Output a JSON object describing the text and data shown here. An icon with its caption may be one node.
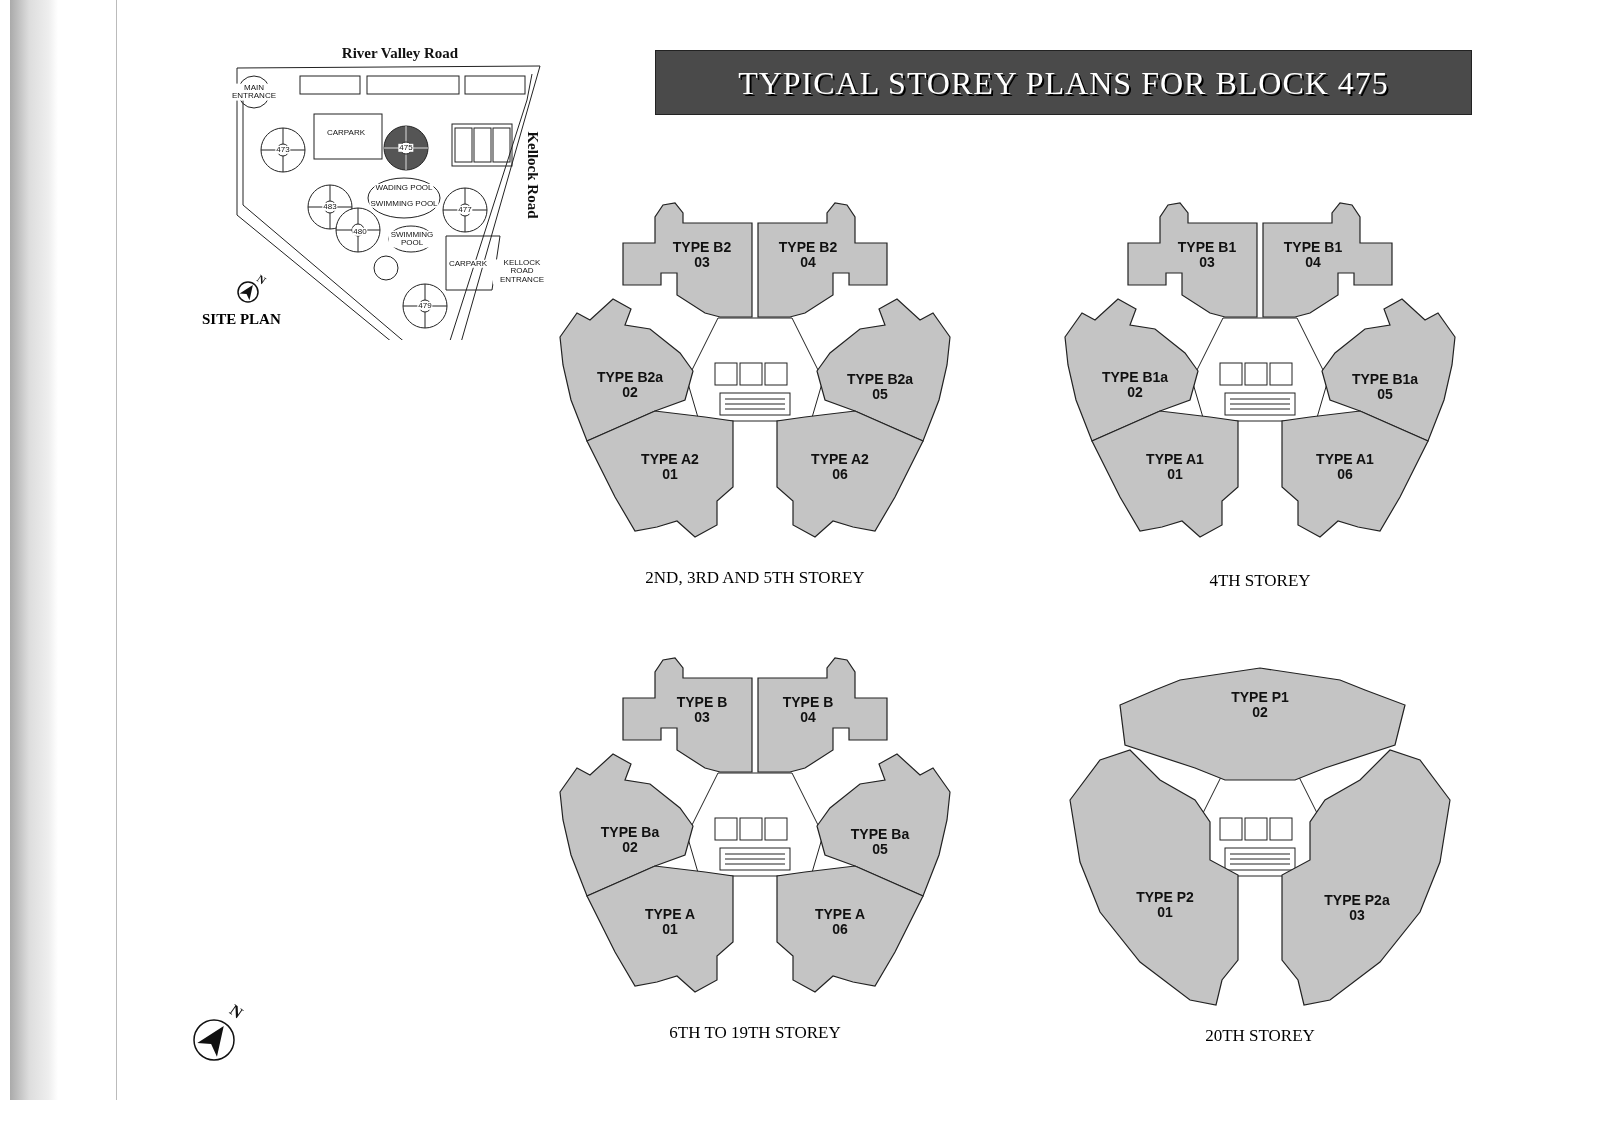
{
  "diagram": {
    "title": "TYPICAL STOREY PLANS FOR BLOCK 475",
    "nodes": [
      {
        "text": [
          "SITE PLAN"
        ]
      },
      {
        "text": [
          "2ND, 3RD AND 5TH STOREY"
        ]
      },
      {
        "text": [
          "TYPE B2",
          "03"
        ],
        "in": 1
      },
      {
        "text": [
          "TYPE B2",
          "04"
        ],
        "in": 1
      },
      {
        "text": [
          "TYPE B2a",
          "02"
        ],
        "in": 1
      },
      {
        "text": [
          "TYPE B2a",
          "05"
        ],
        "in": 1
      },
      {
        "text": [
          "TYPE A2",
          "01"
        ],
        "in": 1
      },
      {
        "text": [
          "TYPE A2",
          "06"
        ],
        "in": 1
      },
      {
        "text": [
          "4TH STOREY"
        ]
      },
      {
        "text": [
          "TYPE B1",
          "03"
        ],
        "in": 8
      },
      {
        "text": [
          "TYPE B1",
          "04"
        ],
        "in": 8
      },
      {
        "text": [
          "TYPE B1a",
          "02"
        ],
        "in": 8
      },
      {
        "text": [
          "TYPE B1a",
          "05"
        ],
        "in": 8
      },
      {
        "text": [
          "TYPE A1",
          "01"
        ],
        "in": 8
      },
      {
        "text": [
          "TYPE A1",
          "06"
        ],
        "in": 8
      },
      {
        "text": [
          "6TH TO 19TH STOREY"
        ]
      },
      {
        "text": [
          "TYPE B",
          "03"
        ],
        "in": 15
      },
      {
        "text": [
          "TYPE B",
          "04"
        ],
        "in": 15
      },
      {
        "text": [
          "TYPE Ba",
          "02"
        ],
        "in": 15
      },
      {
        "text": [
          "TYPE Ba",
          "05"
        ],
        "in": 15
      },
      {
        "text": [
          "TYPE A",
          "01"
        ],
        "in": 15
      },
      {
        "text": [
          "TYPE A",
          "06"
        ],
        "in": 15
      },
      {
        "text": [
          "20TH STOREY"
        ]
      },
      {
        "text": [
          "TYPE P1",
          "02"
        ],
        "in": 22
      },
      {
        "text": [
          "TYPE P2",
          "01"
        ],
        "in": 22
      },
      {
        "text": [
          "TYPE P2a",
          "03"
        ],
        "in": 22
      }
    ],
    "edges": [],
    "labels": [
      "River Valley Road",
      "MAIN ENTRANCE",
      "CARPARK",
      "473",
      "475",
      "Kellock Road",
      "WADING POOL",
      "SWIMMING POOL",
      "477",
      "483",
      "480",
      "SWIMMING POOL",
      "CARPARK",
      "KELLOCK ROAD ENTRANCE",
      "N",
      "479",
      "N"
    ]
  }
}
